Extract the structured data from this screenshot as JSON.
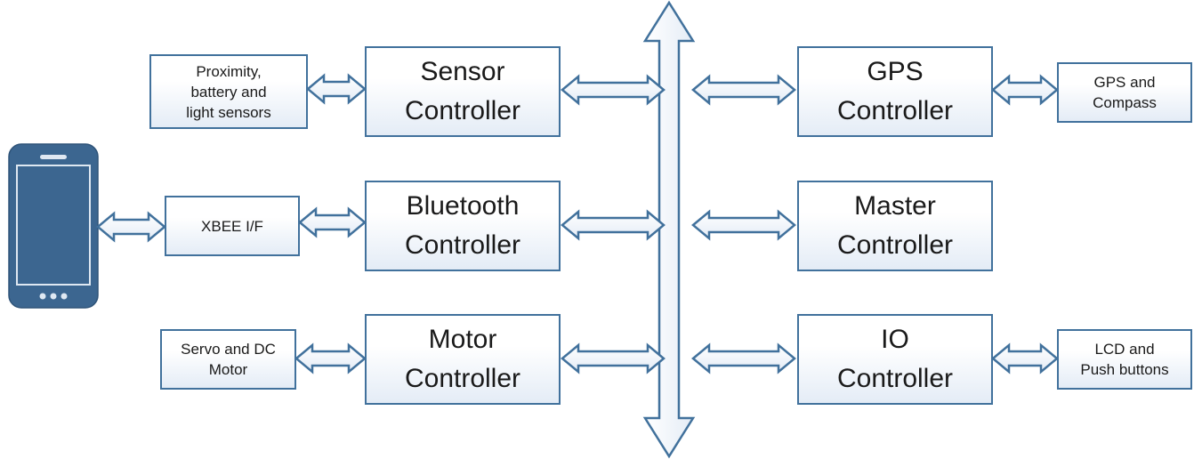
{
  "colors": {
    "stroke": "#41719c",
    "fill": "#e4ecf6",
    "phone": "#3c6690"
  },
  "icons": {
    "phone": "smartphone-icon"
  },
  "controllers": {
    "sensor": "Sensor\nController",
    "bluetooth": "Bluetooth\nController",
    "motor": "Motor\nController",
    "gps": "GPS\nController",
    "master": "Master\nController",
    "io": "IO\nController"
  },
  "peripherals": {
    "proximity": "Proximity,\nbattery and\nlight sensors",
    "xbee": "XBEE I/F",
    "servo": "Servo and DC\nMotor",
    "gps_compass": "GPS and\nCompass",
    "lcd": "LCD and\nPush buttons"
  }
}
